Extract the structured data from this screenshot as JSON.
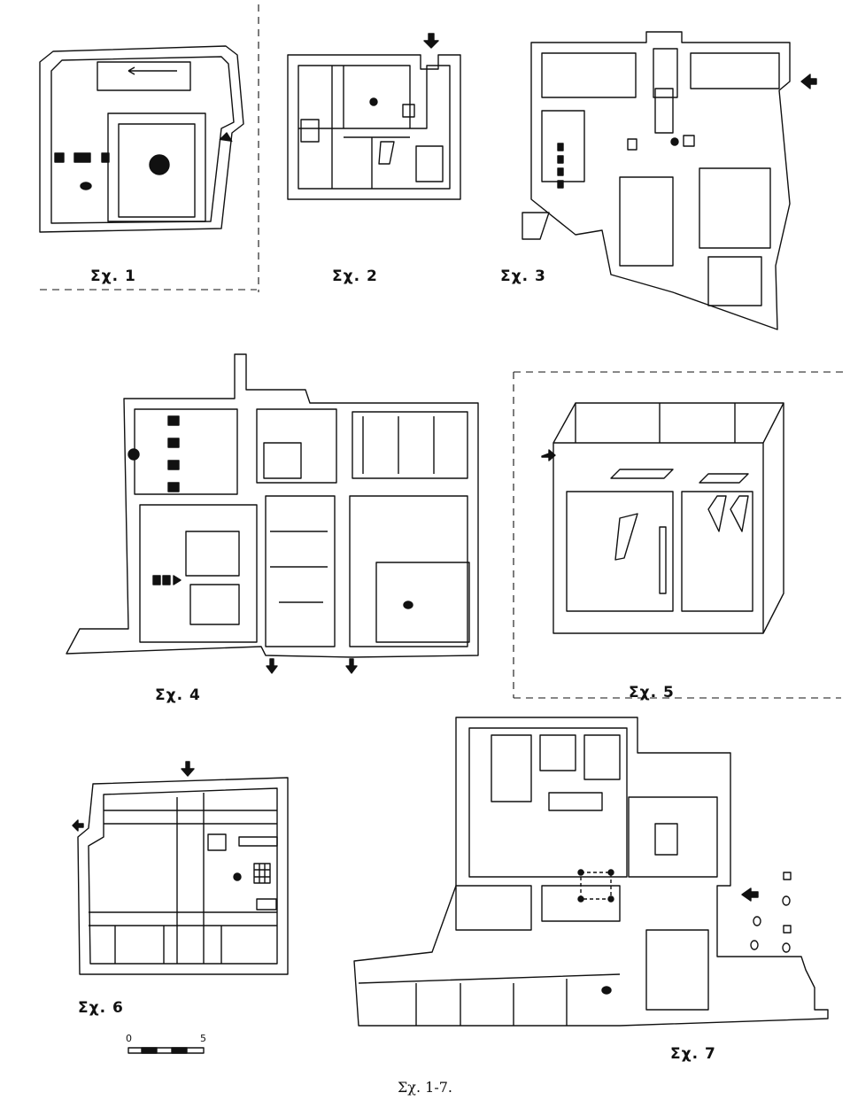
{
  "figures": [
    {
      "id": 1,
      "label": "Σχ. 1"
    },
    {
      "id": 2,
      "label": "Σχ. 2"
    },
    {
      "id": 3,
      "label": "Σχ. 3"
    },
    {
      "id": 4,
      "label": "Σχ. 4"
    },
    {
      "id": 5,
      "label": "Σχ. 5"
    },
    {
      "id": 6,
      "label": "Σχ. 6"
    },
    {
      "id": 7,
      "label": "Σχ. 7"
    }
  ],
  "scale": {
    "start": "0",
    "end": "5"
  },
  "caption": "Σχ. 1-7.",
  "colors": {
    "ink": "#111111",
    "paper": "#ffffff"
  }
}
